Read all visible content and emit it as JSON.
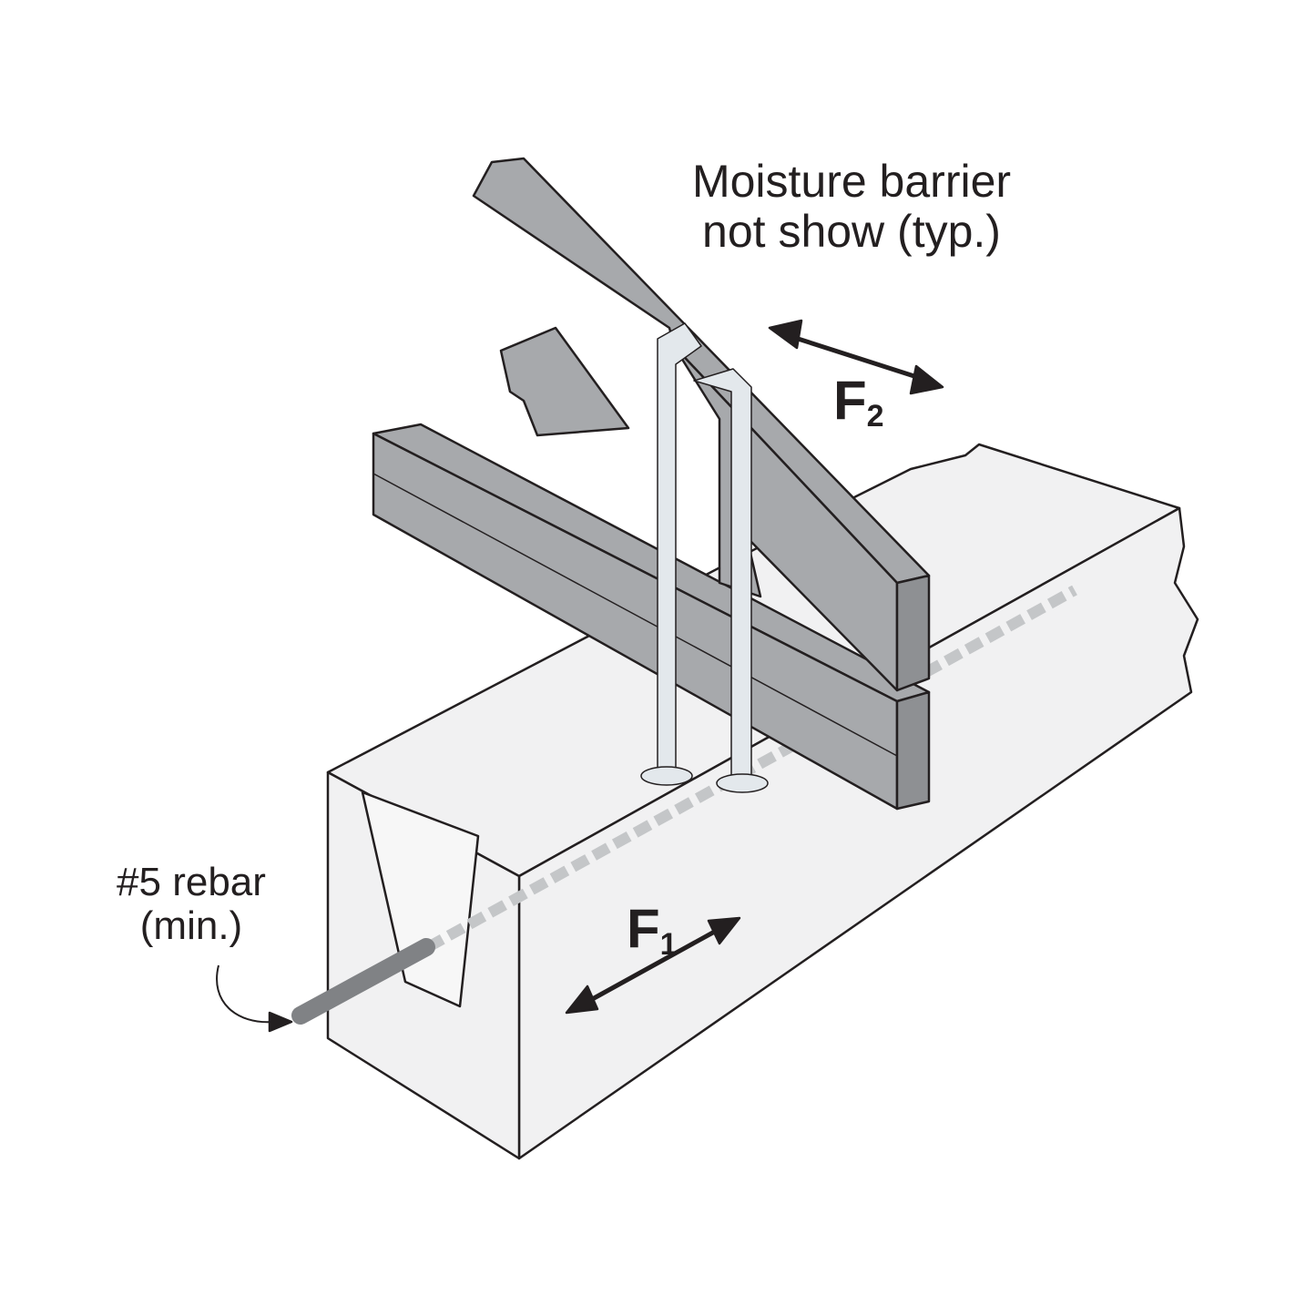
{
  "labels": {
    "moisture_line1": "Moisture barrier",
    "moisture_line2": "not show (typ.)",
    "rebar_line1": "#5 rebar",
    "rebar_line2": "(min.)"
  },
  "forces": {
    "f1_letter": "F",
    "f1_sub": "1",
    "f2_letter": "F",
    "f2_sub": "2"
  },
  "colors": {
    "steel": "#a7a9ac",
    "concrete": "#f1f1f2",
    "strap": "#e3e8ec",
    "line": "#231f20"
  }
}
